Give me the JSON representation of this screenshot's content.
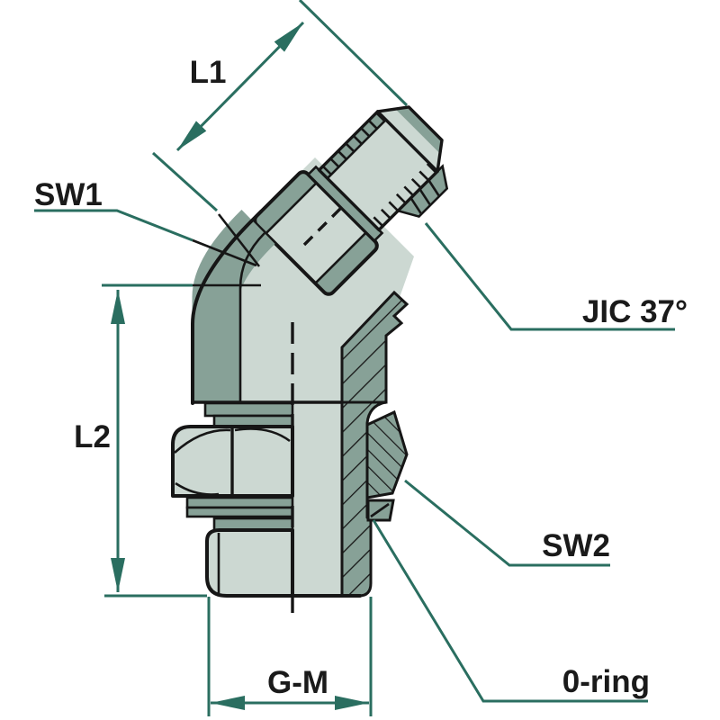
{
  "diagram": {
    "type": "technical-drawing",
    "description": "45-degree elbow hydraulic adapter, JIC 37-degree male cone to o-ring stud end, shown in half-section with dimension callouts",
    "labels": {
      "l1": "L1",
      "sw1": "SW1",
      "jic": "JIC 37°",
      "l2": "L2",
      "sw2": "SW2",
      "oring": "0-ring",
      "gm": "G-M"
    },
    "colors": {
      "dimension_line": "#2a6e60",
      "outline": "#161616",
      "fill_light": "#ccd8d2",
      "fill_shaded": "#87a197",
      "background": "#ffffff"
    }
  }
}
